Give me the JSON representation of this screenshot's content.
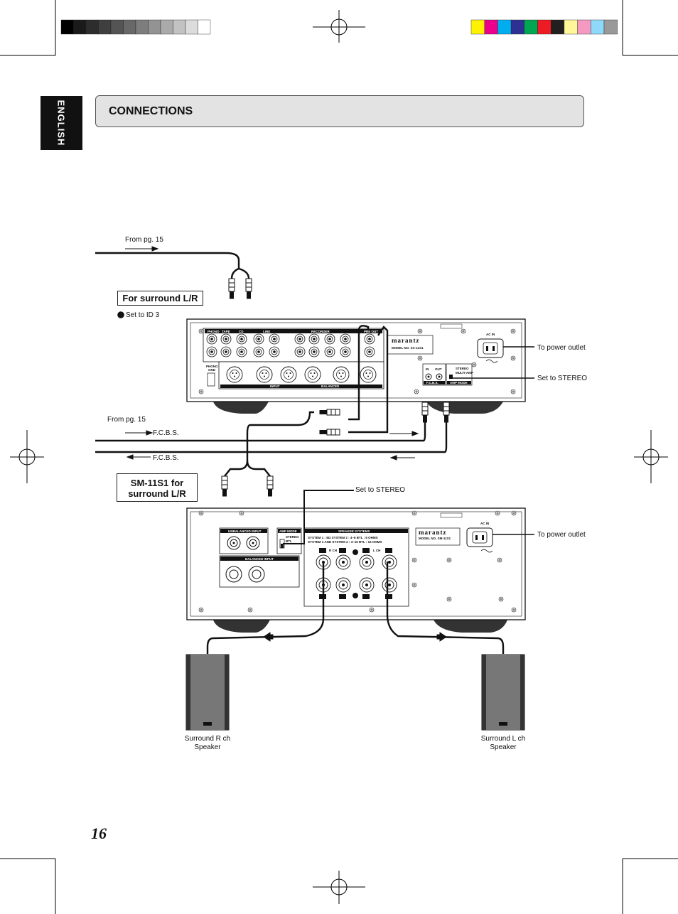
{
  "page": {
    "language_tab": "ENGLISH",
    "section_title": "CONNECTIONS",
    "page_number": "16"
  },
  "labels": {
    "from_pg_15_top": "From pg. 15",
    "for_surround_lr": "For surround L/R",
    "set_to_id3": "Set to ID 3",
    "to_power_outlet_1": "To power outlet",
    "set_to_stereo_1": "Set to STEREO",
    "from_pg_15_mid": "From pg. 15",
    "fcbs_in": "F.C.B.S.",
    "fcbs_out": "F.C.B.S.",
    "sm11s1_box": "SM-11S1 for surround L/R",
    "set_to_stereo_2": "Set to STEREO",
    "to_power_outlet_2": "To power outlet",
    "surround_r_speaker": "Surround R ch Speaker",
    "surround_l_speaker": "Surround L ch Speaker"
  },
  "sc11s1_panel": {
    "phono": "PHONO",
    "tape": "TAPE",
    "cd": "CD",
    "line": "LINE",
    "recorder": "RECORDER",
    "pre_out": "PRE OUT",
    "phono_gnd": "PHONO GND",
    "input": "INPUT",
    "balanced": "BALANCED",
    "in": "IN",
    "out": "OUT",
    "fcbs": "F.C.B.S.",
    "stereo": "STEREO",
    "multi_amp": "MULTI-AMP",
    "amp_mode": "AMP MODE",
    "brand": "marantz",
    "model": "MODEL NO.  SC-11S1",
    "ac_in": "AC IN"
  },
  "sm11s1_panel": {
    "unbalanced_input": "UNBALANCED INPUT",
    "amp_mode": "AMP MODE",
    "stereo": "STEREO",
    "btl": "BTL",
    "balanced_input": "BALANCED INPUT",
    "speaker_systems": "SPEAKER SYSTEMS",
    "spec_line_1": "SYSTEM 1 : 8Ω   SYSTEM 2 : 4~8   BTL : 6  OHMS",
    "spec_line_2": "SYSTEM 1 AND SYSTEM 2 : 4~16   BTL : 16  OHMS",
    "r_ch": "R CH",
    "l_ch": "L CH",
    "brand": "marantz",
    "model": "MODEL NO.  SM-11S1",
    "ac_in": "AC IN"
  },
  "colors": {
    "cmyk_bar": [
      "#fff200",
      "#ec008c",
      "#00aeef",
      "#2e3192",
      "#00a651",
      "#ed1c24",
      "#231f20",
      "#fff799",
      "#f49ac1",
      "#8ed8f8",
      "#999999"
    ],
    "gray_bar": [
      "#000000",
      "#1a1a1a",
      "#2d2d2d",
      "#3f3f3f",
      "#545454",
      "#686868",
      "#7d7d7d",
      "#939393",
      "#aaaaaa",
      "#c2c2c2",
      "#dcdcdc",
      "#ffffff"
    ]
  }
}
